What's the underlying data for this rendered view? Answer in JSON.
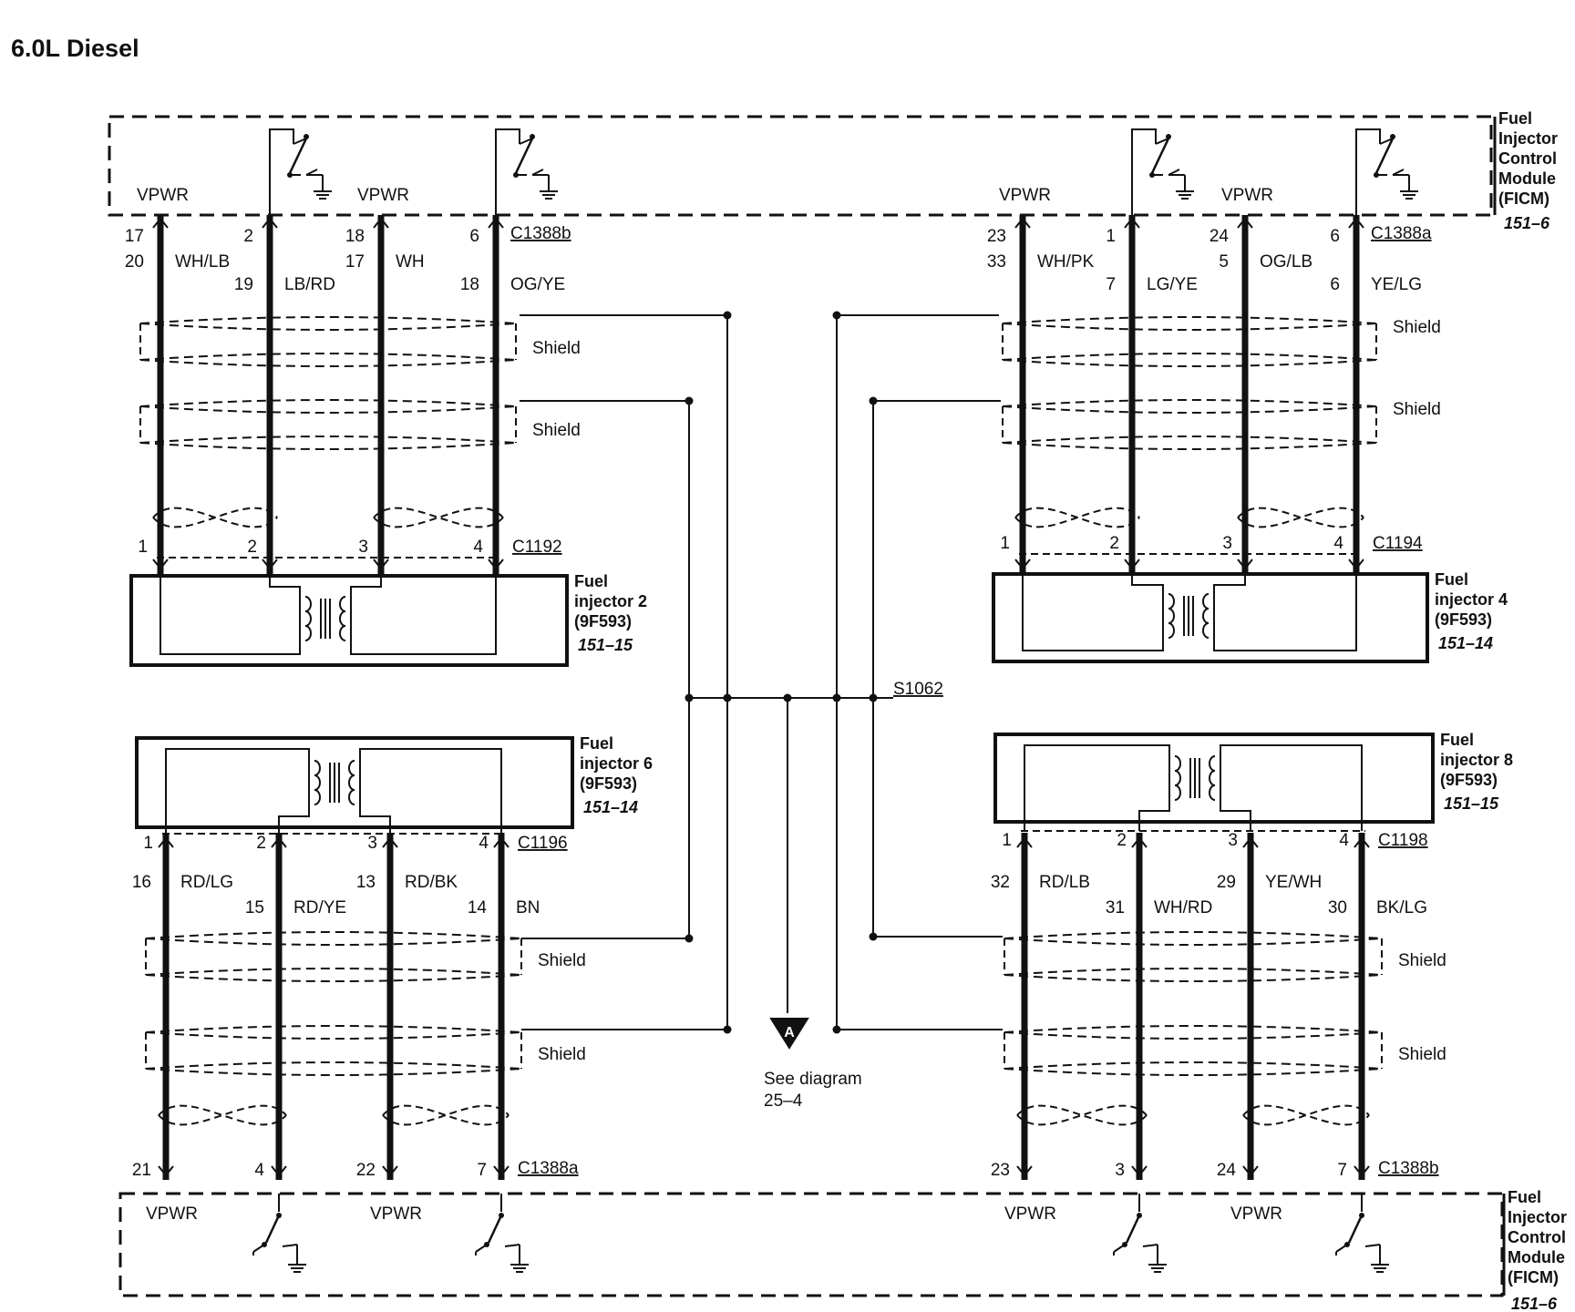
{
  "title": "6.0L Diesel",
  "ficm_top": {
    "name": [
      "Fuel",
      "Injector",
      "Control",
      "Module",
      "(FICM)"
    ],
    "ref": "151–6"
  },
  "ficm_bottom": {
    "name": [
      "Fuel",
      "Injector",
      "Control",
      "Module",
      "(FICM)"
    ],
    "ref": "151–6"
  },
  "vpwr": "VPWR",
  "shield": "Shield",
  "splice": "S1062",
  "offpage": {
    "letter": "A",
    "text1": "See diagram",
    "text2": "25–4"
  },
  "injectors": [
    {
      "id": "inj2",
      "name": [
        "Fuel",
        "injector 2",
        "(9F593)"
      ],
      "ref": "151–15",
      "connector": "C1192",
      "pins": [
        "1",
        "2",
        "3",
        "4"
      ]
    },
    {
      "id": "inj4",
      "name": [
        "Fuel",
        "injector 4",
        "(9F593)"
      ],
      "ref": "151–14",
      "connector": "C1194",
      "pins": [
        "1",
        "2",
        "3",
        "4"
      ]
    },
    {
      "id": "inj6",
      "name": [
        "Fuel",
        "injector 6",
        "(9F593)"
      ],
      "ref": "151–14",
      "connector": "C1196",
      "pins": [
        "1",
        "2",
        "3",
        "4"
      ]
    },
    {
      "id": "inj8",
      "name": [
        "Fuel",
        "injector 8",
        "(9F593)"
      ],
      "ref": "151–15",
      "connector": "C1198",
      "pins": [
        "1",
        "2",
        "3",
        "4"
      ]
    }
  ],
  "groups": [
    {
      "id": "q1",
      "connector": "C1388b",
      "wires": [
        {
          "pin_ficm": "17",
          "pin_a": "20",
          "color": "WH/LB"
        },
        {
          "pin_ficm": "2",
          "pin_a": "19",
          "color": "LB/RD"
        },
        {
          "pin_ficm": "18",
          "pin_a": "17",
          "color": "WH"
        },
        {
          "pin_ficm": "6",
          "pin_a": "18",
          "color": "OG/YE"
        }
      ]
    },
    {
      "id": "q2",
      "connector": "C1388a",
      "wires": [
        {
          "pin_ficm": "23",
          "pin_a": "33",
          "color": "WH/PK"
        },
        {
          "pin_ficm": "1",
          "pin_a": "7",
          "color": "LG/YE"
        },
        {
          "pin_ficm": "24",
          "pin_a": "5",
          "color": "OG/LB"
        },
        {
          "pin_ficm": "6",
          "pin_a": "6",
          "color": "YE/LG"
        }
      ]
    },
    {
      "id": "q3",
      "connector": "C1388a",
      "wires": [
        {
          "pin_ficm": "21",
          "pin_a": "16",
          "color": "RD/LG"
        },
        {
          "pin_ficm": "4",
          "pin_a": "15",
          "color": "RD/YE"
        },
        {
          "pin_ficm": "22",
          "pin_a": "13",
          "color": "RD/BK"
        },
        {
          "pin_ficm": "7",
          "pin_a": "14",
          "color": "BN"
        }
      ]
    },
    {
      "id": "q4",
      "connector": "C1388b",
      "wires": [
        {
          "pin_ficm": "23",
          "pin_a": "32",
          "color": "RD/LB"
        },
        {
          "pin_ficm": "3",
          "pin_a": "31",
          "color": "WH/RD"
        },
        {
          "pin_ficm": "24",
          "pin_a": "29",
          "color": "YE/WH"
        },
        {
          "pin_ficm": "7",
          "pin_a": "30",
          "color": "BK/LG"
        }
      ]
    }
  ]
}
